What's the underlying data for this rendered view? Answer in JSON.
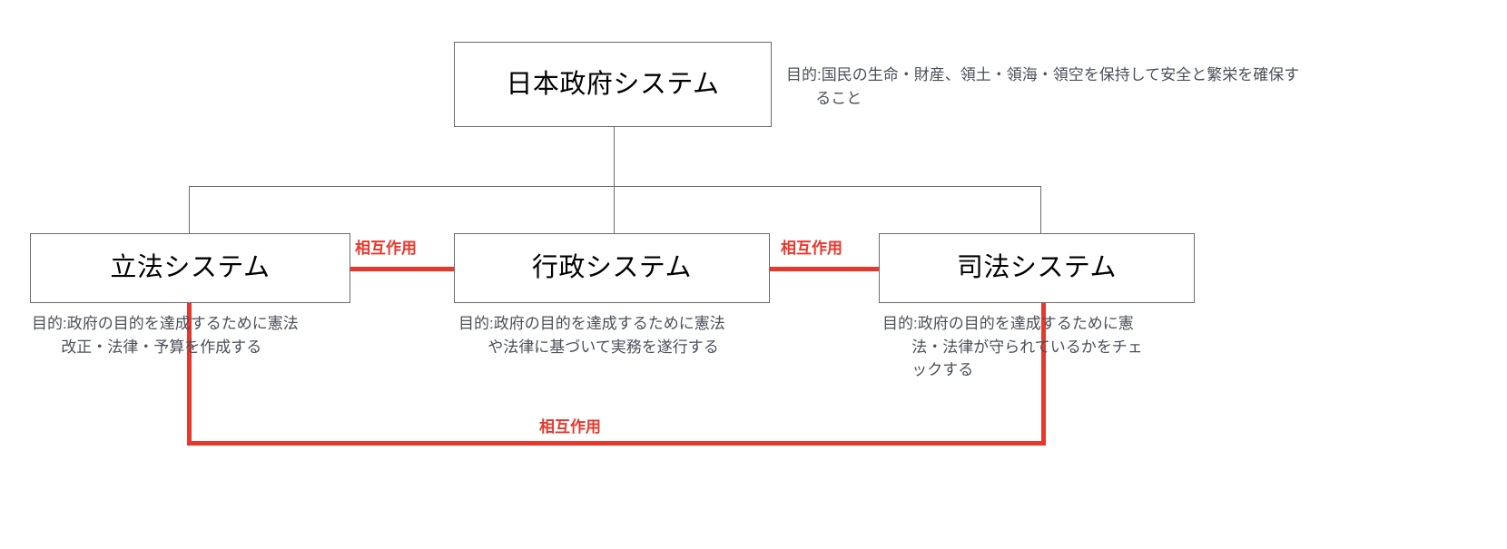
{
  "diagram": {
    "title_node": {
      "label": "日本政府システム",
      "purpose": "目的:国民の生命・財産、領土・領海・領空を保持して安全と繁栄を確保すること"
    },
    "children": [
      {
        "key": "legislative",
        "label": "立法システム",
        "purpose": "目的:政府の目的を達成するために憲法改正・法律・予算を作成する"
      },
      {
        "key": "executive",
        "label": "行政システム",
        "purpose": "目的:政府の目的を達成するために憲法や法律に基づいて実務を遂行する"
      },
      {
        "key": "judicial",
        "label": "司法システム",
        "purpose": "目的:政府の目的を達成するために憲法・法律が守られているかをチェックする"
      }
    ],
    "edges": [
      {
        "key": "legislative-executive",
        "label": "相互作用"
      },
      {
        "key": "executive-judicial",
        "label": "相互作用"
      },
      {
        "key": "legislative-judicial",
        "label": "相互作用"
      }
    ],
    "colors": {
      "interaction": "#e8372b",
      "box_border": "#6b6b6b",
      "purpose_text": "#4a5059",
      "node_text": "#000000",
      "background": "#ffffff"
    }
  }
}
